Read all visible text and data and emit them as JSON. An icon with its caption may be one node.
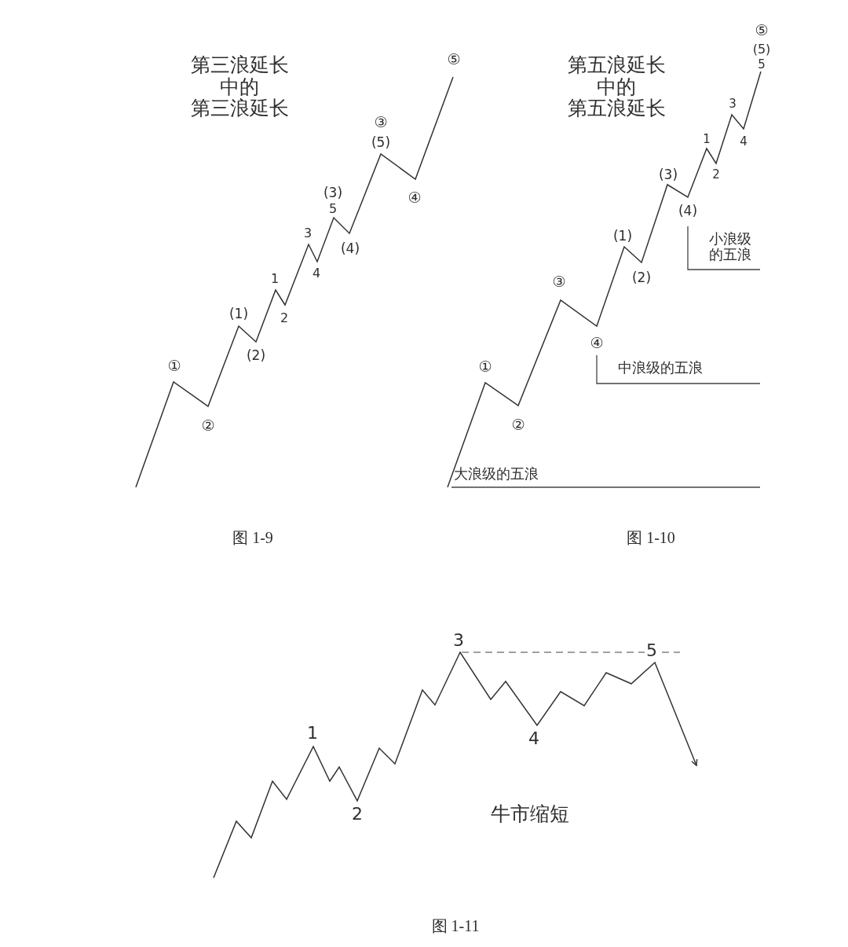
{
  "diagram": {
    "labels": [
      "第三浪延长中的第三浪延长",
      "⑤",
      "③",
      "(5)",
      "④",
      "(3)",
      "5",
      "3",
      "(4)",
      "4",
      "1",
      "(1)",
      "2",
      "(2)",
      "①",
      "②",
      "第五浪延长中的第五浪延长",
      "⑤",
      "(5)",
      "5",
      "3",
      "1",
      "4",
      "2",
      "(3)",
      "(4)",
      "小浪级的五浪",
      "(1)",
      "(2)",
      "③",
      "④",
      "中浪级的五浪",
      "①",
      "②",
      "大浪级的五浪",
      "图 1-9",
      "图 1-10",
      "3",
      "5",
      "1",
      "4",
      "2",
      "牛市缩短",
      "图 1-11"
    ]
  }
}
